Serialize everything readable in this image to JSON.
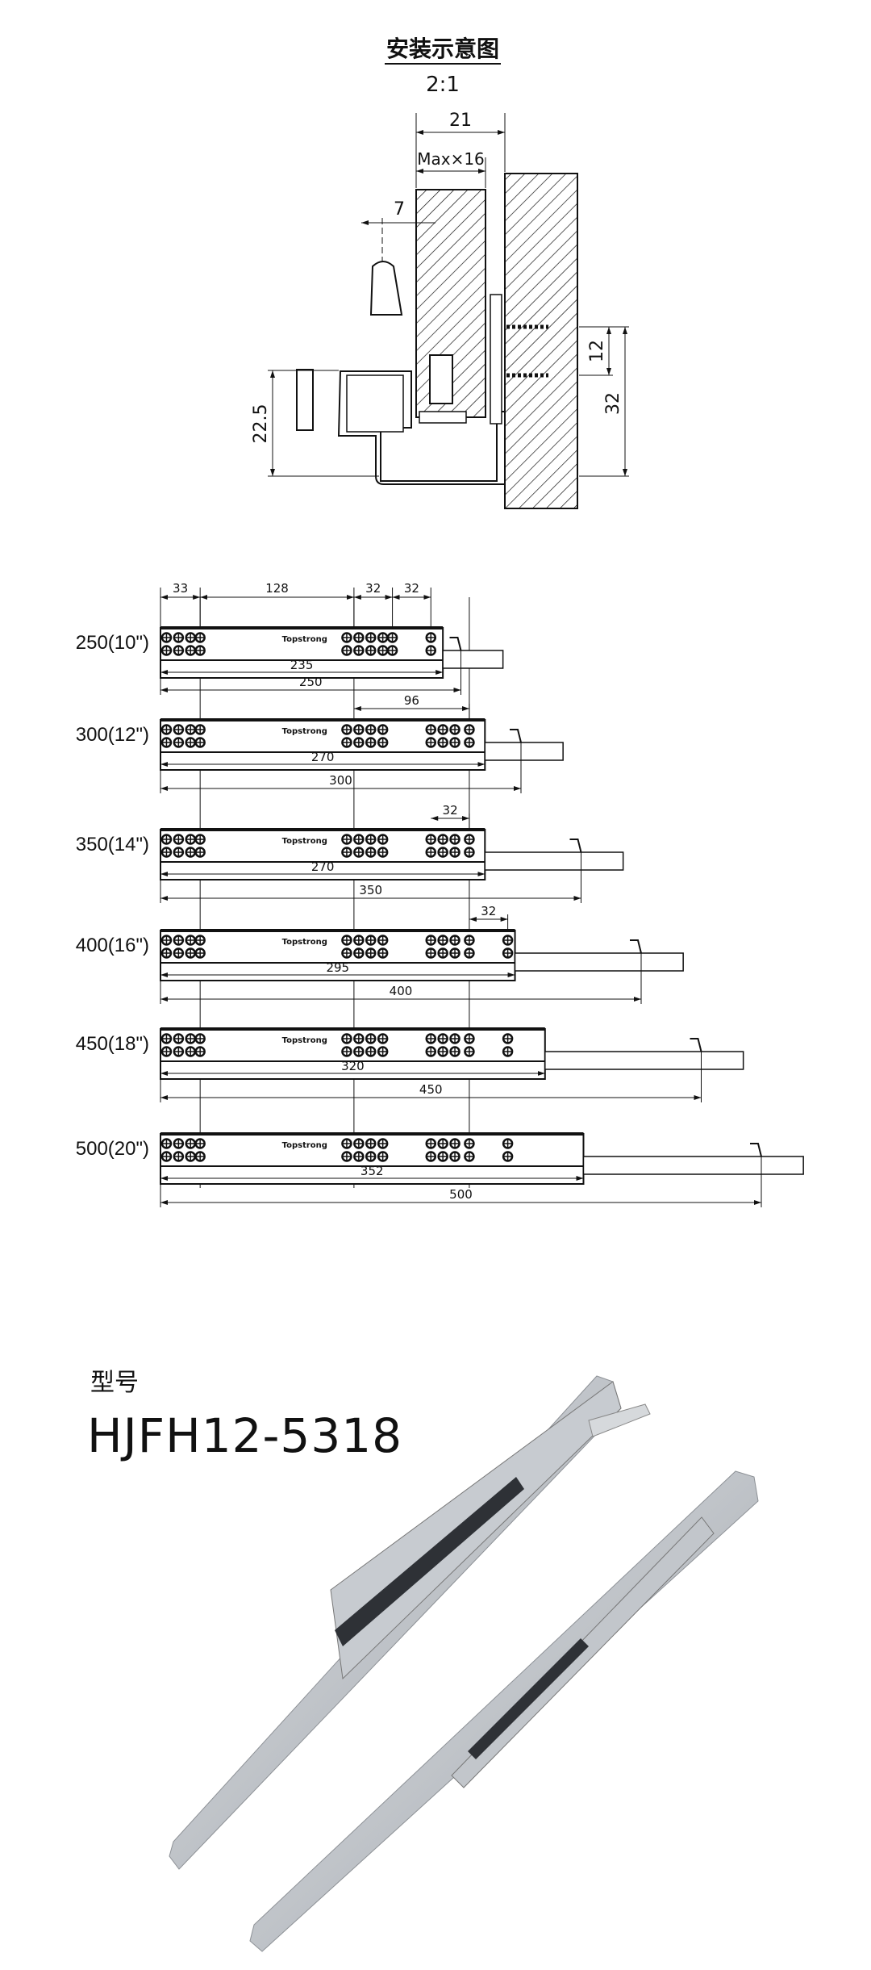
{
  "install": {
    "title": "安装示意图",
    "scale": "2:1",
    "dims": {
      "width": "21",
      "max_thickness": "Max×16",
      "offset": "7",
      "height": "22.5",
      "screw_spacing": "12",
      "screw_height": "32"
    }
  },
  "rails_diagram": {
    "brand_logo": "Topstrong",
    "top_dims": [
      "33",
      "128",
      "32",
      "32"
    ],
    "rows": [
      {
        "label": "250(10\")",
        "length": 250,
        "inner": 235,
        "length_text": "250",
        "inner_text": "235",
        "extra_dim": null
      },
      {
        "label": "300(12\")",
        "length": 300,
        "inner": 270,
        "length_text": "300",
        "inner_text": "270",
        "extra_dim": "96"
      },
      {
        "label": "350(14\")",
        "length": 350,
        "inner": 270,
        "length_text": "350",
        "inner_text": "270",
        "extra_dim": "32"
      },
      {
        "label": "400(16\")",
        "length": 400,
        "inner": 295,
        "length_text": "400",
        "inner_text": "295",
        "extra_dim": "32"
      },
      {
        "label": "450(18\")",
        "length": 450,
        "inner": 320,
        "length_text": "450",
        "inner_text": "320",
        "extra_dim": null
      },
      {
        "label": "500(20\")",
        "length": 500,
        "inner": 352,
        "length_text": "500",
        "inner_text": "352",
        "extra_dim": null
      }
    ]
  },
  "product": {
    "model_label": "型号",
    "model_code": "HJFH12-5318"
  },
  "colors": {
    "line": "#111111",
    "rail": "#c9ccd0",
    "rail_dark": "#8d9196"
  }
}
